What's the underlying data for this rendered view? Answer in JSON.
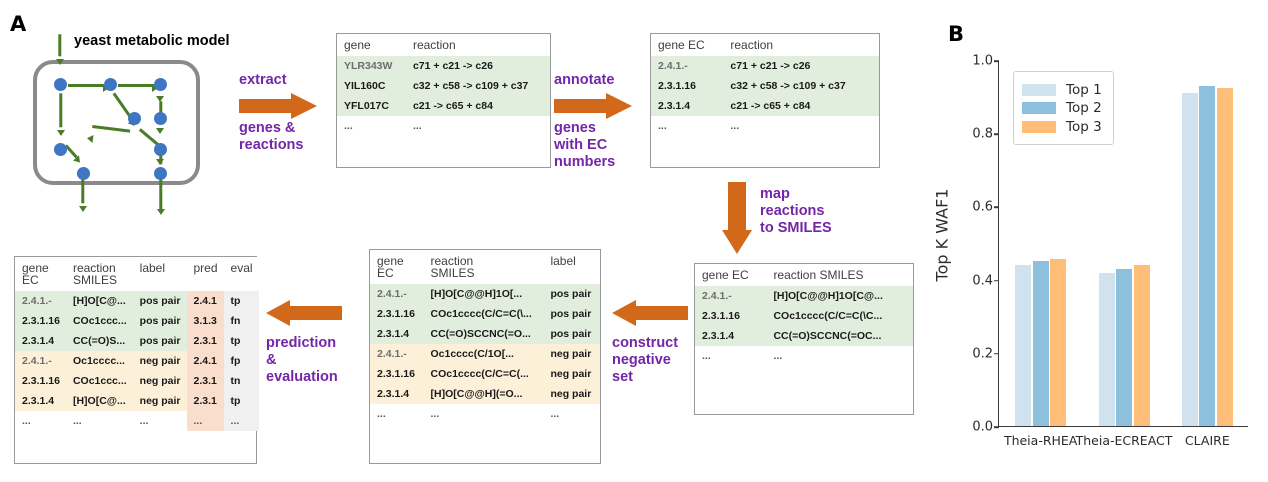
{
  "panels": {
    "a_letter": "A",
    "b_letter": "B"
  },
  "network": {
    "title": "yeast metabolic model",
    "node_color": "#3f76c4",
    "arrow_color": "#4a7c25",
    "box_color": "#8a8a8a"
  },
  "flow": {
    "accent_purple": "#7326a8",
    "arrow_orange": "#d2691a",
    "step_extract": "extract",
    "step_extract_sub": "genes &\nreactions",
    "step_annotate": "annotate",
    "step_annotate_sub": "genes\nwith EC\nnumbers",
    "step_map": "map\nreactions\nto SMILES",
    "step_construct": "construct\nnegative\nset",
    "step_predict": "prediction\n&\nevaluation"
  },
  "table_genes": {
    "headers": [
      "gene",
      "reaction"
    ],
    "rows": [
      {
        "cells": [
          "YLR343W",
          "c71 + c21 -> c26"
        ],
        "shade": "green",
        "dim": true
      },
      {
        "cells": [
          "YIL160C",
          "c32 + c58 -> c109 + c37"
        ],
        "shade": "green",
        "dim": false
      },
      {
        "cells": [
          "YFL017C",
          "c21 -> c65 + c84"
        ],
        "shade": "green",
        "dim": false
      },
      {
        "cells": [
          "...",
          "..."
        ],
        "shade": "white",
        "dim": false
      }
    ]
  },
  "table_ec": {
    "headers": [
      "gene EC",
      "reaction"
    ],
    "rows": [
      {
        "cells": [
          "2.4.1.-",
          "c71 + c21 -> c26"
        ],
        "shade": "green",
        "dim": true
      },
      {
        "cells": [
          "2.3.1.16",
          "c32 + c58 -> c109 + c37"
        ],
        "shade": "green",
        "dim": false
      },
      {
        "cells": [
          "2.3.1.4",
          "c21 -> c65 + c84"
        ],
        "shade": "green",
        "dim": false
      },
      {
        "cells": [
          "...",
          "..."
        ],
        "shade": "white",
        "dim": false
      }
    ]
  },
  "table_smiles": {
    "headers": [
      "gene EC",
      "reaction SMILES"
    ],
    "rows": [
      {
        "cells": [
          "2.4.1.-",
          "[H]O[C@@H]1O[C@..."
        ],
        "shade": "green",
        "dim": true
      },
      {
        "cells": [
          "2.3.1.16",
          "COc1cccc(C/C=C(\\C..."
        ],
        "shade": "green",
        "dim": false
      },
      {
        "cells": [
          "2.3.1.4",
          "CC(=O)SCCNC(=OC..."
        ],
        "shade": "green",
        "dim": false
      },
      {
        "cells": [
          "...",
          "..."
        ],
        "shade": "white",
        "dim": false
      }
    ]
  },
  "table_labeled": {
    "headers": [
      "gene\nEC",
      "reaction\nSMILES",
      "label"
    ],
    "rows": [
      {
        "cells": [
          "2.4.1.-",
          "[H]O[C@@H]1O[...",
          "pos pair"
        ],
        "shade": "green",
        "dim": true
      },
      {
        "cells": [
          "2.3.1.16",
          "COc1cccc(C/C=C(\\...",
          "pos pair"
        ],
        "shade": "green",
        "dim": false
      },
      {
        "cells": [
          "2.3.1.4",
          "CC(=O)SCCNC(=O...",
          "pos pair"
        ],
        "shade": "green",
        "dim": false
      },
      {
        "cells": [
          "2.4.1.-",
          "Oc1cccc(C/1O[...",
          "neg pair"
        ],
        "shade": "orange",
        "dim": true
      },
      {
        "cells": [
          "2.3.1.16",
          "COc1cccc(C/C=C(...",
          "neg pair"
        ],
        "shade": "orange",
        "dim": false
      },
      {
        "cells": [
          "2.3.1.4",
          "[H]O[C@@H](=O...",
          "neg pair"
        ],
        "shade": "orange",
        "dim": false
      },
      {
        "cells": [
          "...",
          "...",
          "..."
        ],
        "shade": "white",
        "dim": false
      }
    ]
  },
  "table_eval": {
    "headers": [
      "gene\nEC",
      "reaction\nSMILES",
      "label",
      "pred",
      "eval"
    ],
    "rows": [
      {
        "cells": [
          "2.4.1.-",
          "[H]O[C@...",
          "pos pair",
          "2.4.1",
          "tp"
        ],
        "shade": "green",
        "dim": true
      },
      {
        "cells": [
          "2.3.1.16",
          "COc1ccc...",
          "pos pair",
          "3.1.3",
          "fn"
        ],
        "shade": "green",
        "dim": false
      },
      {
        "cells": [
          "2.3.1.4",
          "CC(=O)S...",
          "pos pair",
          "2.3.1",
          "tp"
        ],
        "shade": "green",
        "dim": false
      },
      {
        "cells": [
          "2.4.1.-",
          "Oc1cccc...",
          "neg pair",
          "2.4.1",
          "fp"
        ],
        "shade": "orange",
        "dim": true
      },
      {
        "cells": [
          "2.3.1.16",
          "COc1ccc...",
          "neg pair",
          "2.3.1",
          "tn"
        ],
        "shade": "orange",
        "dim": false
      },
      {
        "cells": [
          "2.3.1.4",
          "[H]O[C@...",
          "neg pair",
          "2.3.1",
          "tp"
        ],
        "shade": "orange",
        "dim": false
      },
      {
        "cells": [
          "...",
          "...",
          "...",
          "...",
          "..."
        ],
        "shade": "white",
        "dim": false
      }
    ]
  },
  "chart_data": {
    "type": "bar",
    "title": "",
    "xlabel": "",
    "ylabel": "Top K WAF1",
    "ylim": [
      0.0,
      1.0
    ],
    "yticks": [
      "0.0",
      "0.2",
      "0.4",
      "0.6",
      "0.8",
      "1.0"
    ],
    "ytick_values": [
      0.0,
      0.2,
      0.4,
      0.6,
      0.8,
      1.0
    ],
    "grid": false,
    "legend_position": "upper left",
    "categories": [
      "Theia-RHEA",
      "Theia-ECREACT",
      "CLAIRE"
    ],
    "series": [
      {
        "name": "Top 1",
        "color": "#d0e2ee",
        "values": [
          0.44,
          0.418,
          0.911
        ]
      },
      {
        "name": "Top 2",
        "color": "#8cc0dc",
        "values": [
          0.451,
          0.43,
          0.929
        ]
      },
      {
        "name": "Top 3",
        "color": "#ffbe78",
        "values": [
          0.455,
          0.44,
          0.924
        ]
      }
    ]
  }
}
